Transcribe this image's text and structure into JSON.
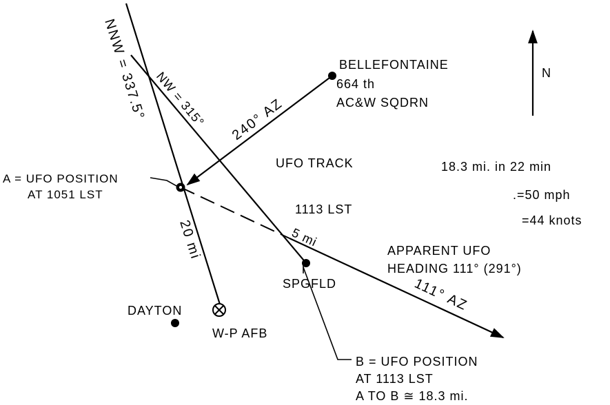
{
  "labels": {
    "nnw_bearing": "NNW = 337.5°",
    "nw_bearing": "NW = 315°",
    "az_240": "240° AZ",
    "bellefontaine_l1": "BELLEFONTAINE",
    "bellefontaine_l2": "664 th",
    "bellefontaine_l3": "AC&W SQDRN",
    "north": "N",
    "ufo_track": "UFO TRACK",
    "speed_l1": "18.3 mi. in 22 min",
    "speed_l2": ".=50 mph",
    "speed_l3": "=44 knots",
    "pos_a_l1": "A = UFO POSITION",
    "pos_a_l2": "AT 1051 LST",
    "time_1113": "1113 LST",
    "dist_20": "20 mi",
    "dist_5": "5 mi",
    "heading_l1": "APPARENT UFO",
    "heading_l2": "HEADING 111° (291°)",
    "az_111": "111° AZ",
    "spgfld": "SPGFLD",
    "dayton": "DAYTON",
    "wp_afb": "W-P AFB",
    "pos_b_l1": "B = UFO POSITION",
    "pos_b_l2": "AT 1113 LST",
    "pos_b_l3": "A TO B ≅ 18.3 mi."
  }
}
